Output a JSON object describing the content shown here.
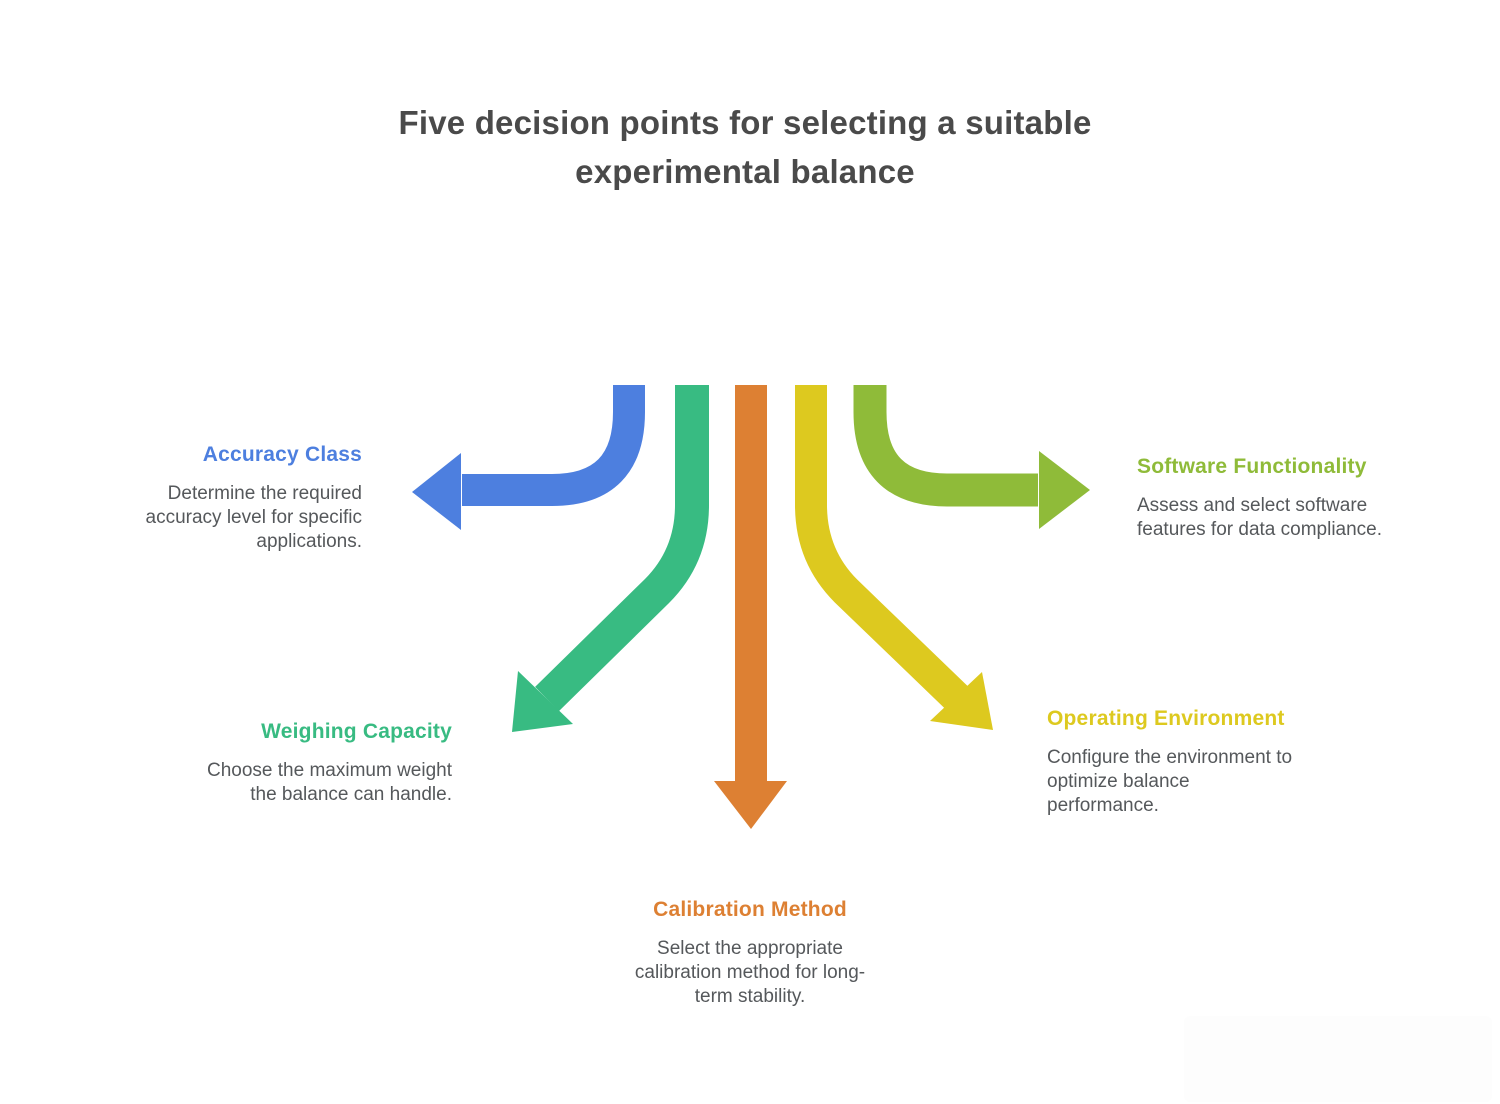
{
  "title": {
    "text": "Five decision points for selecting a suitable experimental balance",
    "lines": [
      "Five decision points for selecting a suitable",
      "experimental balance"
    ],
    "color": "#4a4a4a"
  },
  "body_text_color": "#55585b",
  "items": [
    {
      "id": "accuracy-class",
      "heading": "Accuracy Class",
      "body": "Determine the required accuracy level for specific applications.",
      "body_lines": [
        "Determine the required",
        "accuracy level for specific",
        "applications."
      ],
      "color": "#4d7fdf",
      "arrow_direction": "left"
    },
    {
      "id": "weighing-capacity",
      "heading": "Weighing Capacity",
      "body": "Choose the maximum weight the balance can handle.",
      "body_lines": [
        "Choose the maximum weight",
        "the balance can handle."
      ],
      "color": "#38bb82",
      "arrow_direction": "down-left"
    },
    {
      "id": "calibration-method",
      "heading": "Calibration Method",
      "body": "Select the appropriate calibration method for long-term stability.",
      "body_lines": [
        "Select the appropriate",
        "calibration method for long-",
        "term stability."
      ],
      "color": "#dd8033",
      "arrow_direction": "down"
    },
    {
      "id": "operating-environment",
      "heading": "Operating Environment",
      "body": "Configure the environment to optimize balance performance.",
      "body_lines": [
        "Configure the environment to",
        "optimize balance",
        "performance."
      ],
      "color": "#ddc91f",
      "arrow_direction": "down-right"
    },
    {
      "id": "software-functionality",
      "heading": "Software Functionality",
      "body": "Assess and select software features for data compliance.",
      "body_lines": [
        "Assess and select software",
        "features for data compliance."
      ],
      "color": "#8fbb39",
      "arrow_direction": "right"
    }
  ]
}
